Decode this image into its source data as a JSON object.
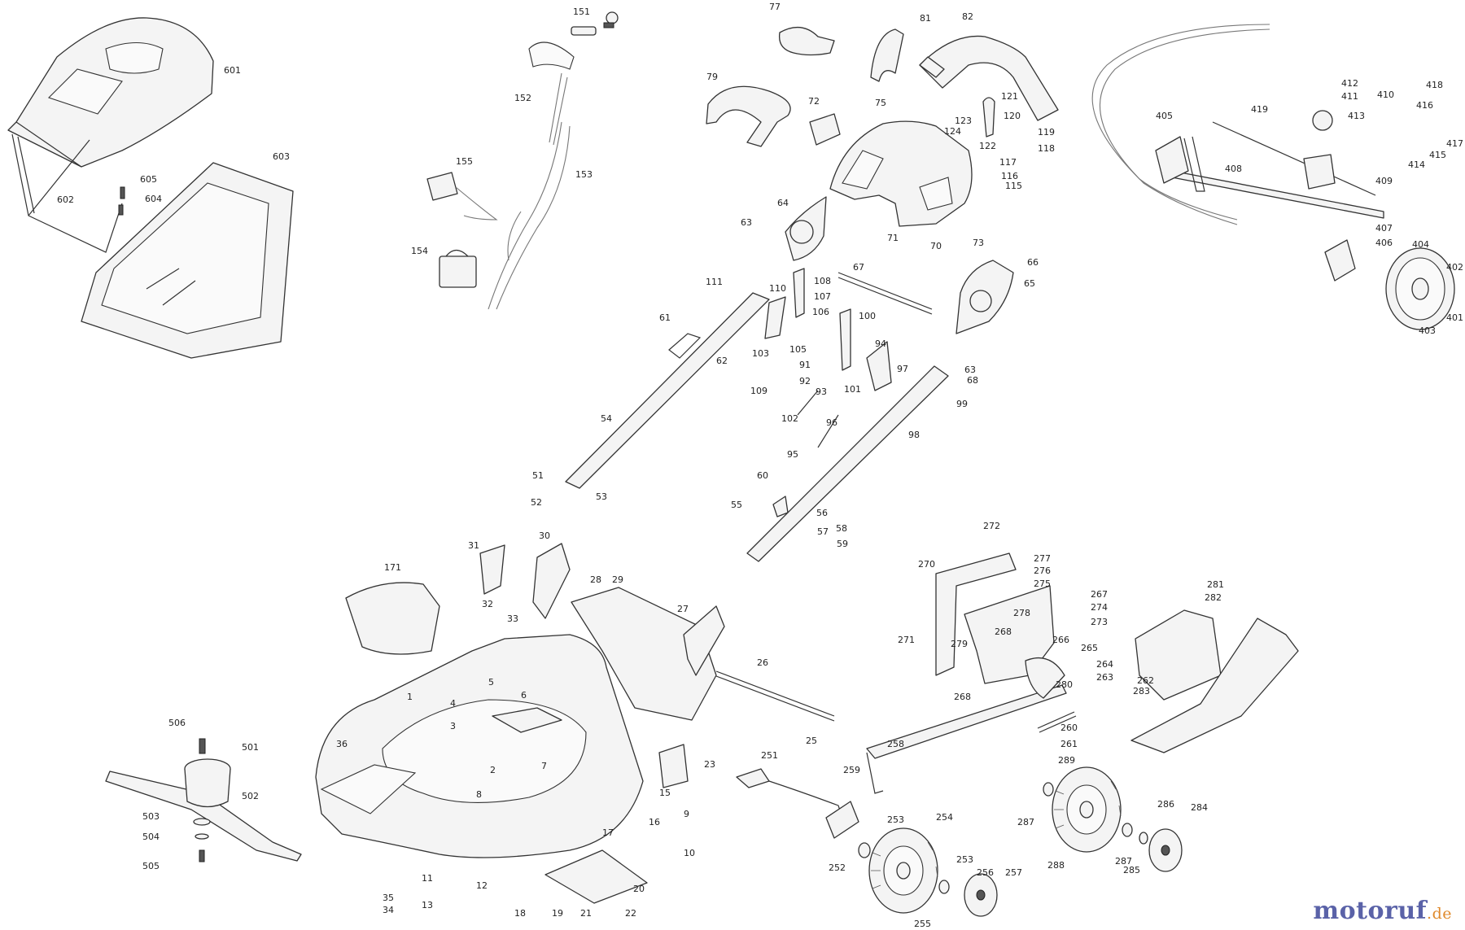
{
  "watermark": {
    "brand": "motoruf",
    "tld": ".de"
  },
  "callouts": [
    "601",
    "602",
    "603",
    "604",
    "605",
    "151",
    "152",
    "153",
    "154",
    "155",
    "77",
    "79",
    "72",
    "75",
    "81",
    "82",
    "121",
    "120",
    "119",
    "118",
    "117",
    "116",
    "115",
    "122",
    "123",
    "124",
    "64",
    "63",
    "71",
    "70",
    "73",
    "66",
    "65",
    "67",
    "63",
    "68",
    "111",
    "110",
    "108",
    "107",
    "106",
    "105",
    "103",
    "109",
    "61",
    "62",
    "100",
    "91",
    "92",
    "93",
    "94",
    "101",
    "97",
    "99",
    "98",
    "102",
    "96",
    "95",
    "54",
    "51",
    "52",
    "53",
    "60",
    "55",
    "56",
    "57",
    "58",
    "59",
    "405",
    "412",
    "411",
    "410",
    "419",
    "413",
    "418",
    "416",
    "417",
    "414",
    "415",
    "408",
    "409",
    "407",
    "406",
    "404",
    "402",
    "401",
    "403",
    "31",
    "30",
    "32",
    "33",
    "28",
    "29",
    "27",
    "171",
    "26",
    "25",
    "1",
    "4",
    "5",
    "6",
    "3",
    "36",
    "7",
    "2",
    "8",
    "15",
    "9",
    "16",
    "17",
    "10",
    "23",
    "506",
    "501",
    "502",
    "503",
    "504",
    "505",
    "11",
    "12",
    "35",
    "34",
    "13",
    "20",
    "18",
    "19",
    "21",
    "22",
    "272",
    "270",
    "277",
    "276",
    "275",
    "267",
    "274",
    "273",
    "278",
    "268",
    "279",
    "271",
    "266",
    "265",
    "264",
    "263",
    "262",
    "283",
    "268",
    "280",
    "260",
    "261",
    "258",
    "281",
    "282",
    "251",
    "259",
    "253",
    "254",
    "252",
    "253",
    "256",
    "257",
    "255",
    "289",
    "287",
    "288",
    "286",
    "284",
    "287",
    "285"
  ]
}
